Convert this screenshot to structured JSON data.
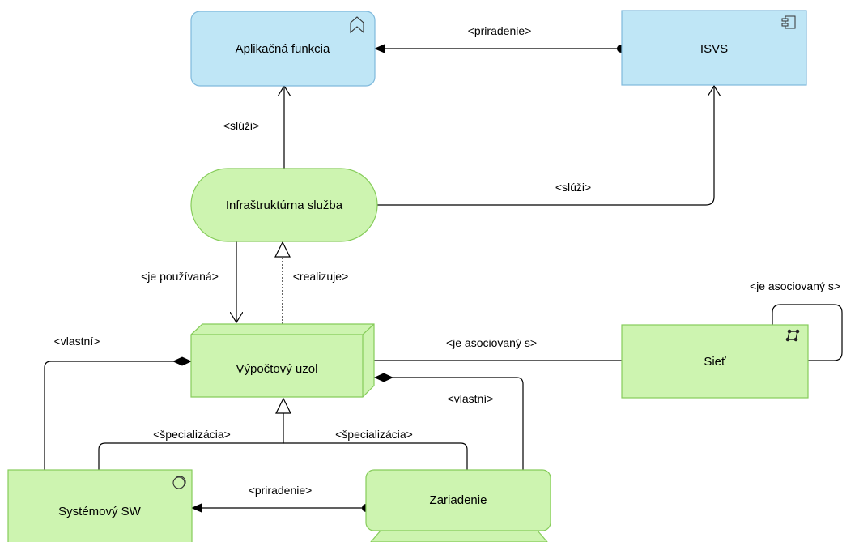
{
  "elements": {
    "app_function": {
      "label": "Aplikačná funkcia",
      "icon": "app-function-icon"
    },
    "isvs": {
      "label": "ISVS",
      "icon": "app-component-icon"
    },
    "infra_service": {
      "label": "Infraštruktúrna služba"
    },
    "node": {
      "label": "Výpočtový uzol"
    },
    "network": {
      "label": "Sieť",
      "icon": "network-icon"
    },
    "system_sw": {
      "label": "Systémový SW",
      "icon": "system-software-icon"
    },
    "device": {
      "label": "Zariadenie"
    }
  },
  "relations": {
    "assign_top": "<priradenie>",
    "serves_left": "<slúži>",
    "serves_right": "<slúži>",
    "used_by": "<je používaná>",
    "realizes": "<realizuje>",
    "assoc_node_net": "<je asociovaný s>",
    "assoc_self": "<je asociovaný s>",
    "owns_left": "<vlastní>",
    "owns_right": "<vlastní>",
    "spec_left": "<špecializácia>",
    "spec_right": "<špecializácia>",
    "assign_bottom": "<priradenie>"
  },
  "colors": {
    "application_fill": "#bfe6f6",
    "application_stroke": "#7fb9dc",
    "technology_fill": "#cdf4b0",
    "technology_stroke": "#86cc5a",
    "line": "#000000"
  }
}
